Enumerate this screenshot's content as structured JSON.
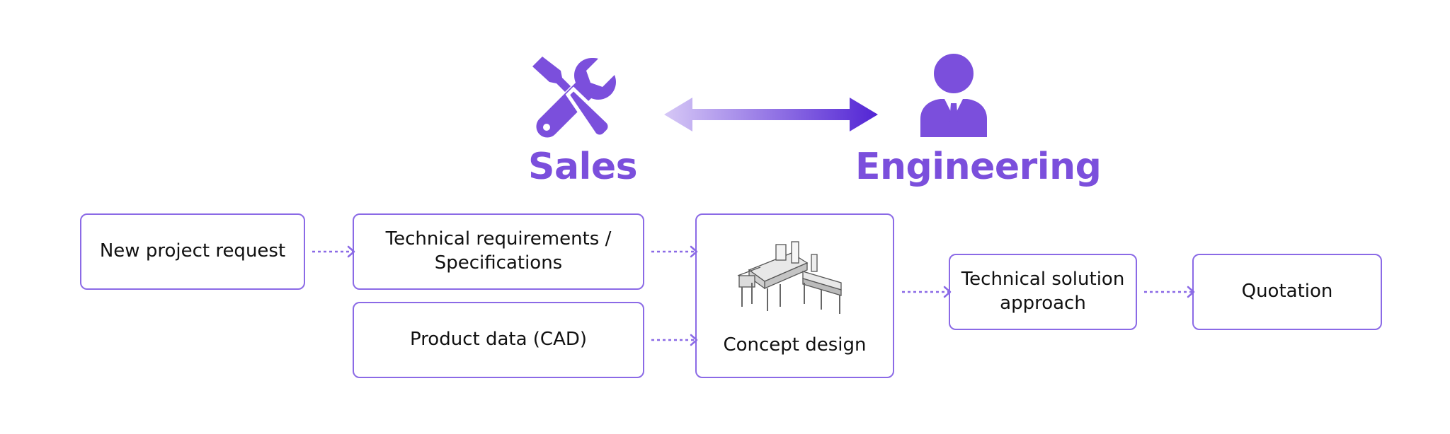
{
  "colors": {
    "accent": "#7b4fdc",
    "border": "#8b6ae6",
    "arrow_light": "#cbb8f3",
    "arrow_dark": "#5a28d6"
  },
  "roles": {
    "left": {
      "label": "Sales",
      "icon": "tools-icon"
    },
    "right": {
      "label": "Engineering",
      "icon": "businessman-icon"
    },
    "link_icon": "double-arrow-icon"
  },
  "flow": {
    "new_request": "New project request",
    "tech_requirements": [
      "Technical requirements /",
      "Specifications"
    ],
    "product_data": "Product data (CAD)",
    "concept_design": "Concept design",
    "concept_image": "conveyor-machine-image",
    "solution_approach": [
      "Technical solution",
      "approach"
    ],
    "quotation": "Quotation"
  }
}
